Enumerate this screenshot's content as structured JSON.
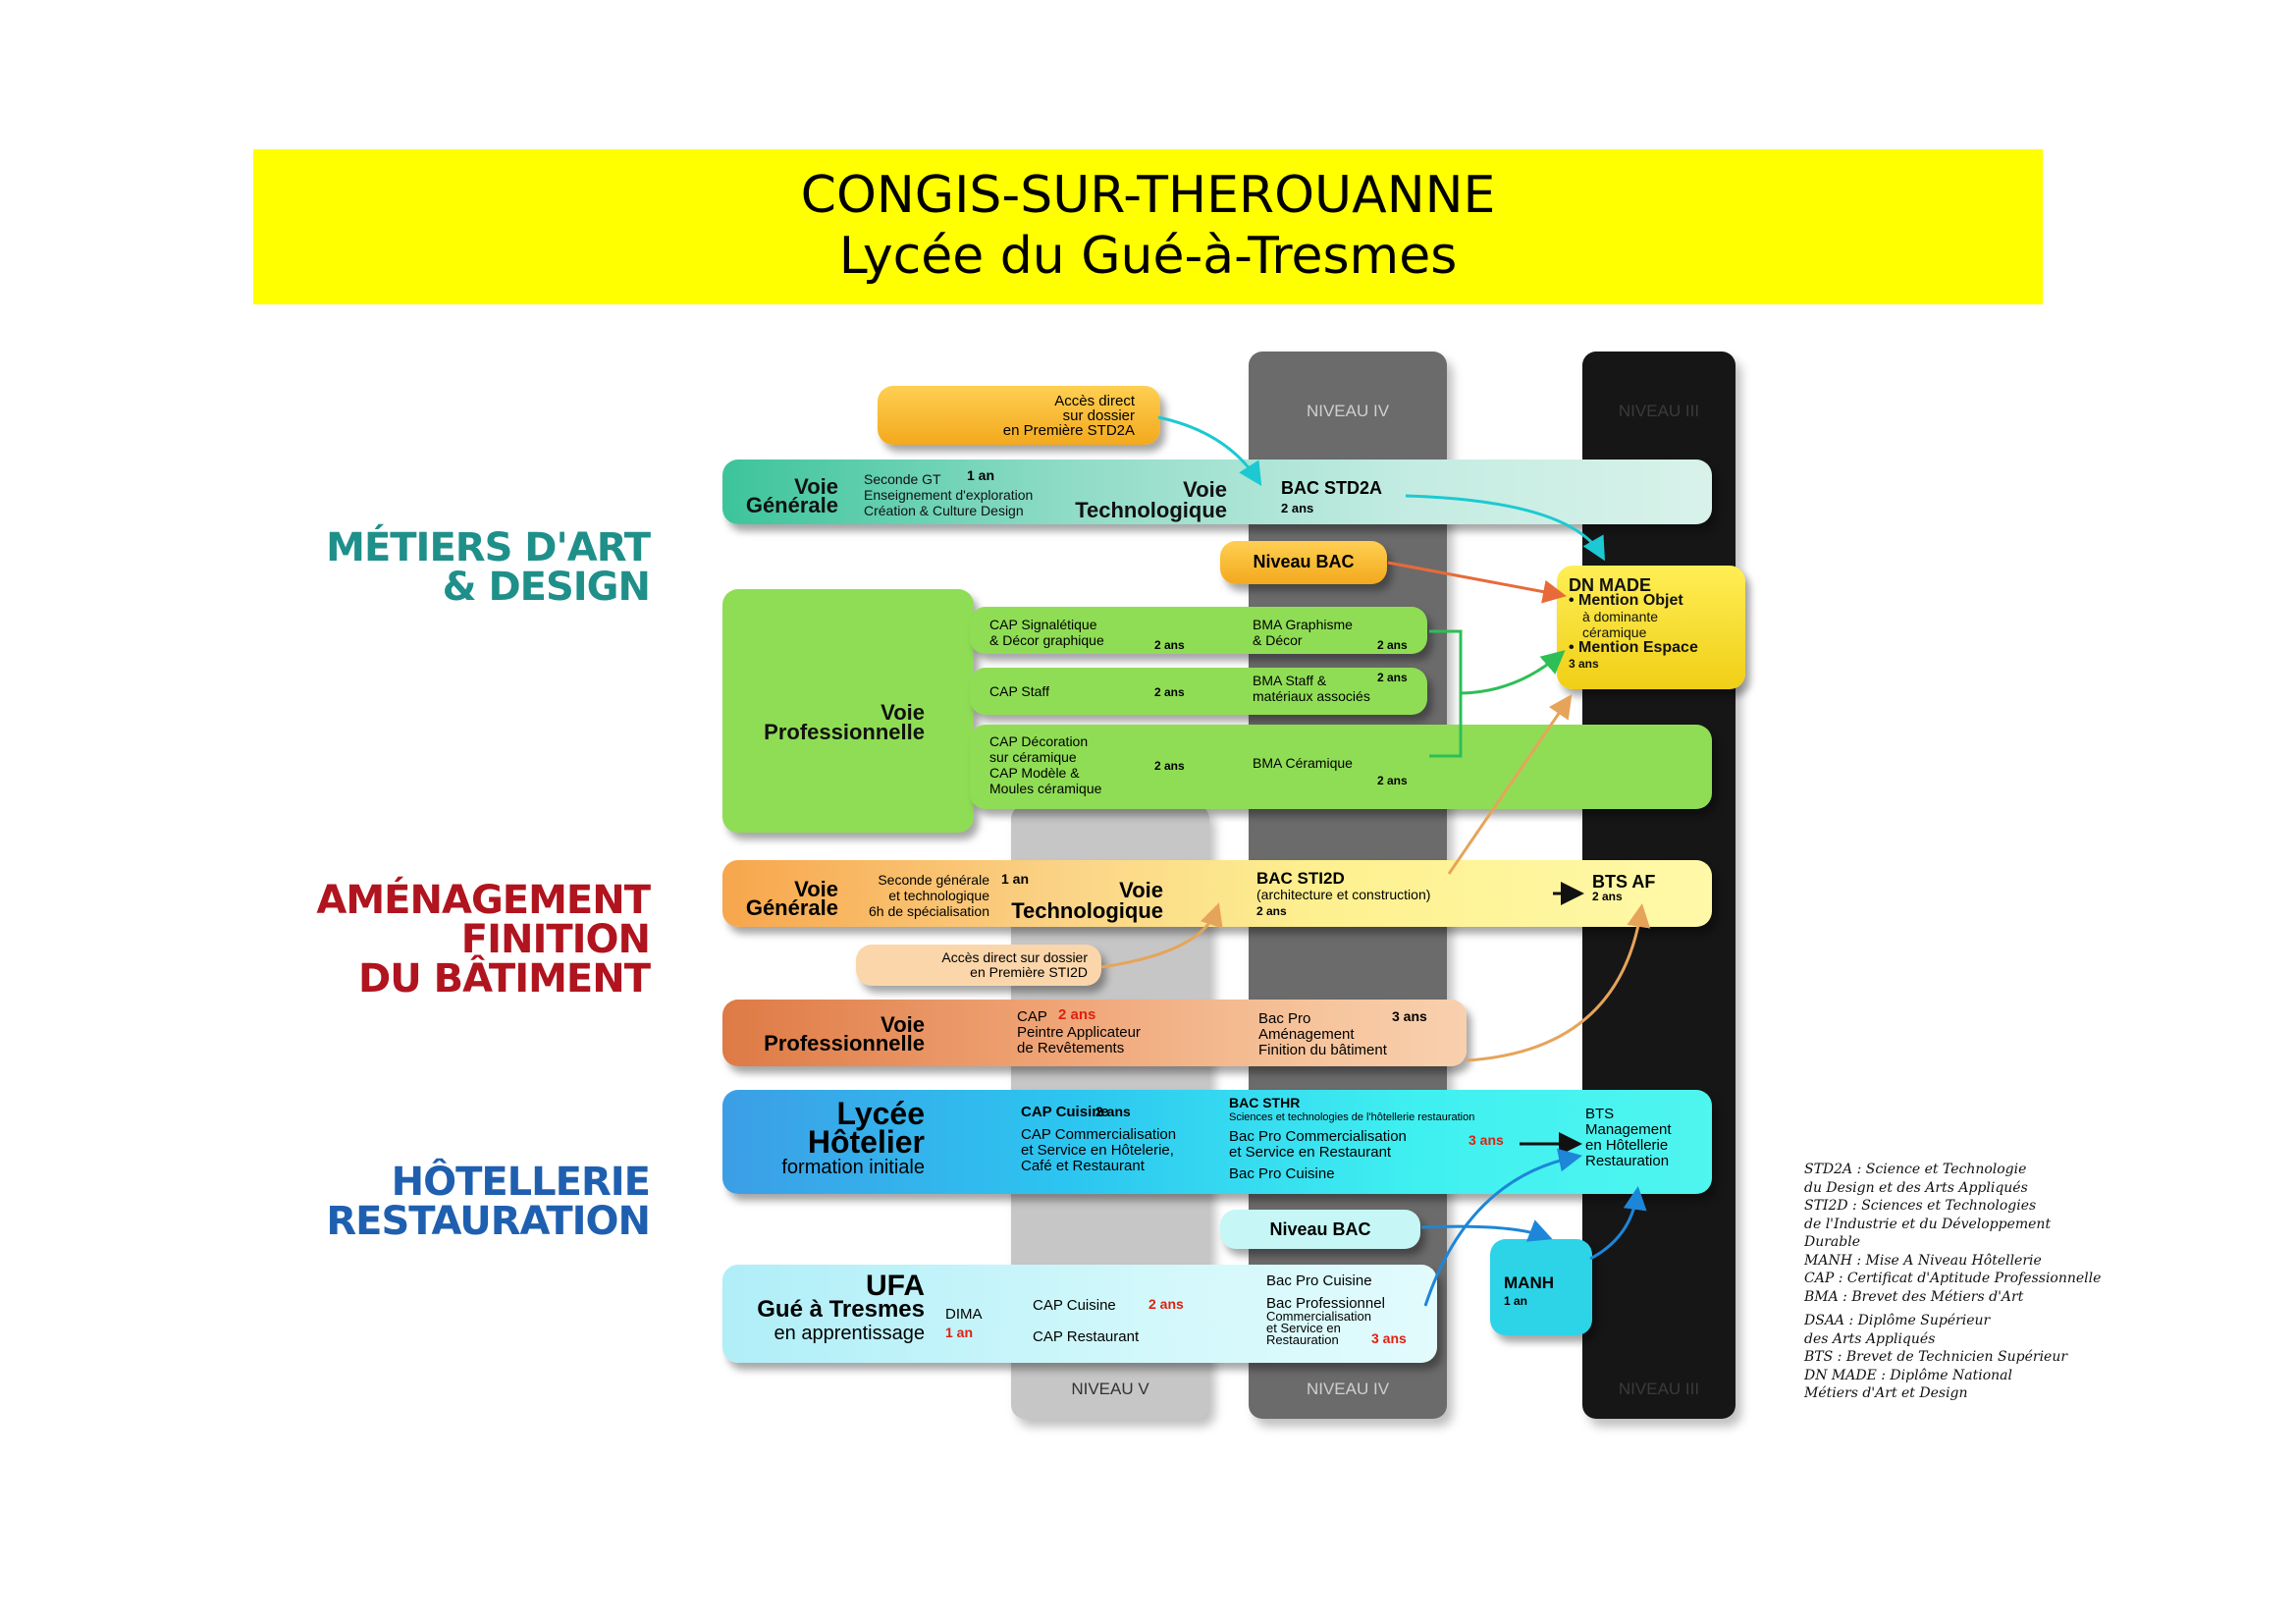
{
  "banner": {
    "line1": "CONGIS-SUR-THEROUANNE",
    "line2": "Lycée du Gué-à-Tresmes"
  },
  "columns": {
    "niveau_iv": "NIVEAU IV",
    "niveau_iii": "NIVEAU III",
    "niveau_v": "NIVEAU V"
  },
  "sections": {
    "art": {
      "l1": "MÉTIERS D'ART",
      "l2": "& DESIGN",
      "color": "#1f8f8a"
    },
    "bat": {
      "l1": "AMÉNAGEMENT",
      "l2": "FINITION",
      "l3": "DU BÂTIMENT",
      "color": "#b0141e"
    },
    "hot": {
      "l1": "HÔTELLERIE",
      "l2": "RESTAURATION",
      "color": "#1f5fb0"
    }
  },
  "art": {
    "acces": [
      "Accès direct",
      "sur dossier",
      "en Première STD2A"
    ],
    "voie_generale": [
      "Voie",
      "Générale"
    ],
    "seconde": [
      "Seconde GT",
      "Enseignement d'exploration",
      "Création & Culture Design"
    ],
    "seconde_duree": "1 an",
    "voie_techno": [
      "Voie",
      "Technologique"
    ],
    "bac_std2a": "BAC STD2A",
    "bac_std2a_duree": "2 ans",
    "niveau_bac": "Niveau BAC",
    "dn_made": [
      "DN MADE",
      "• Mention Objet",
      "à dominante",
      "céramique",
      "• Mention Espace",
      "3 ans"
    ],
    "voie_pro": [
      "Voie",
      "Professionnelle"
    ],
    "cap1": [
      "CAP Signalétique",
      "& Décor graphique"
    ],
    "cap1_duree": "2 ans",
    "bma1": [
      "BMA Graphisme",
      "& Décor"
    ],
    "bma1_duree": "2 ans",
    "cap2": "CAP Staff",
    "cap2_duree": "2 ans",
    "bma2": [
      "BMA Staff &",
      "matériaux associés"
    ],
    "bma2_duree": "2 ans",
    "cap3": [
      "CAP Décoration",
      "sur céramique",
      "CAP Modèle &",
      "Moules céramique"
    ],
    "cap3_duree": "2 ans",
    "bma3": "BMA Céramique",
    "bma3_duree": "2 ans"
  },
  "bat": {
    "voie_generale": [
      "Voie",
      "Générale"
    ],
    "seconde": [
      "Seconde générale",
      "et technologique",
      "6h de spécialisation"
    ],
    "seconde_duree": "1 an",
    "voie_techno": [
      "Voie",
      "Technologique"
    ],
    "bac_sti2d": [
      "BAC STI2D",
      "(architecture et construction)",
      "2 ans"
    ],
    "bts_af": [
      "BTS AF",
      "2 ans"
    ],
    "acces": [
      "Accès direct sur dossier",
      "en Première STI2D"
    ],
    "voie_pro": [
      "Voie",
      "Professionnelle"
    ],
    "cap": [
      "CAP",
      "Peintre Applicateur",
      "de Revêtements"
    ],
    "cap_duree": "2 ans",
    "bac_pro": [
      "Bac Pro",
      "Aménagement",
      "Finition du bâtiment"
    ],
    "bac_pro_duree": "3 ans"
  },
  "hot": {
    "lycee": [
      "Lycée",
      "Hôtelier",
      "formation initiale"
    ],
    "cap_cuisine": "CAP Cuisine",
    "cap_duree": "2 ans",
    "cap_comm": [
      "CAP Commercialisation",
      "et  Service en Hôtelerie,",
      "Café et Restaurant"
    ],
    "bac_sthr": "BAC STHR",
    "bac_sthr_sub": "Sciences et technologies de l'hôtellerie restauration",
    "bac_pro": [
      "Bac Pro Commercialisation",
      "et Service en Restaurant",
      "Bac Pro Cuisine"
    ],
    "bac_duree": "3 ans",
    "bts": [
      "BTS",
      "Management",
      "en Hôtellerie",
      "Restauration"
    ],
    "niveau_bac": "Niveau BAC",
    "manh": [
      "MANH",
      "1 an"
    ],
    "ufa": [
      "UFA",
      "Gué à Tresmes",
      "en apprentissage"
    ],
    "dima": [
      "DIMA",
      "1 an"
    ],
    "ufa_cap": [
      "CAP Cuisine",
      "CAP Restaurant"
    ],
    "ufa_cap_duree": "2 ans",
    "ufa_bac": [
      "Bac Pro Cuisine",
      "Bac Professionnel",
      "Commercialisation",
      "et Service en",
      "Restauration"
    ],
    "ufa_bac_duree": "3 ans"
  },
  "legend": [
    "STD2A : Science et Technologie",
    "du Design et des Arts Appliqués",
    "STI2D : Sciences et Technologies",
    "de l'Industrie et du Développement",
    "Durable",
    "MANH : Mise A Niveau Hôtellerie",
    "CAP : Certificat d'Aptitude Professionnelle",
    "BMA : Brevet des Métiers d'Art",
    "DSAA : Diplôme Supérieur",
    "des Arts Appliqués",
    "BTS : Brevet de Technicien Supérieur",
    "DN MADE : Diplôme National",
    "Métiers d'Art et Design"
  ]
}
